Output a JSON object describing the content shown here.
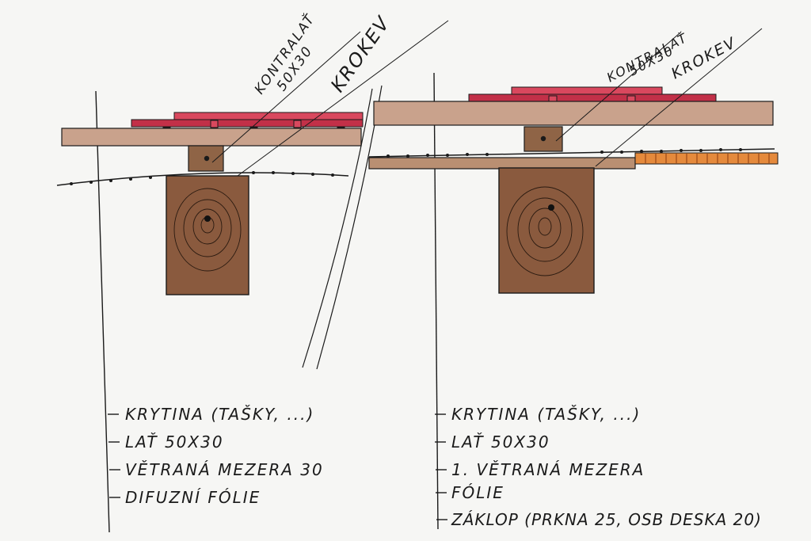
{
  "left": {
    "callout_counterbatten": "KONTRALAŤ",
    "callout_counterbatten_size": "50X30",
    "callout_rafter": "KROKEV",
    "layers": [
      "KRYTINA (TAŠKY, ...)",
      "LAŤ 50X30",
      "VĚTRANÁ MEZERA 30",
      "DIFUZNÍ FÓLIE"
    ]
  },
  "right": {
    "callout_counterbatten": "KONTRALAŤ",
    "callout_counterbatten_size": "50X30",
    "callout_rafter": "KROKEV",
    "layers": [
      "KRYTINA (TAŠKY, ...)",
      "LAŤ 50X30",
      "1. VĚTRANÁ MEZERA",
      "FÓLIE",
      "ZÁKLOP (PRKNA 25, OSB DESKA 20)"
    ]
  },
  "colors": {
    "tile": "#d9485e",
    "tile_dark": "#c23048",
    "batten": "#c9a28c",
    "rafter": "#8a5a3e",
    "counterbatten": "#8f6446",
    "board": "#e58a3c",
    "ink": "#1a1a1a"
  }
}
